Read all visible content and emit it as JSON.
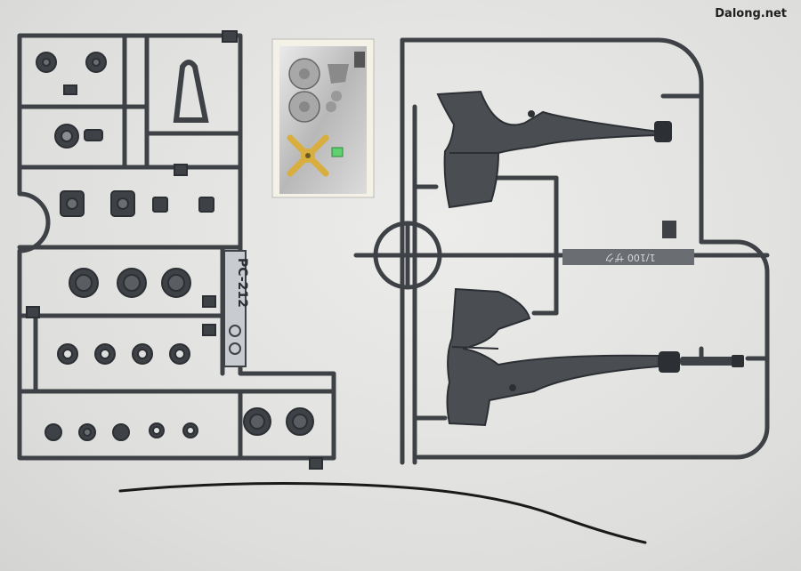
{
  "watermark": "Dalong.net",
  "runner_label_1": "PC-212",
  "runner_label_2": "1/100 ザク",
  "colors": {
    "runner": "#3e4247",
    "runner_dark": "#2c2f33",
    "sticker_silver": "#c9c9c9",
    "sticker_gold": "#d8ae3e",
    "wire": "#1a1a1a",
    "background": "#e4e4e2"
  }
}
